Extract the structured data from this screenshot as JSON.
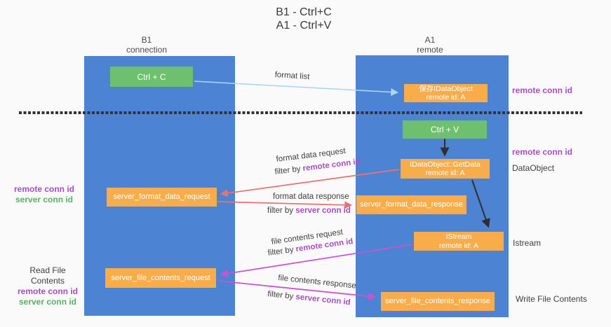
{
  "colors": {
    "lane": "#4c83d3",
    "green_box": "#6ec06f",
    "orange_box": "#f8ad4a",
    "salmon_arrow": "#e8736f",
    "magenta_arrow": "#cc52ce",
    "light_blue_arrow": "#aad6f5",
    "black_arrow": "#2f2f2f",
    "purple_text": "#a64dc4",
    "green_text": "#57b25e"
  },
  "title": {
    "line1": "B1 - Ctrl+C",
    "line2": "A1 - Ctrl+V"
  },
  "lanes": {
    "left": {
      "line1": "B1",
      "line2": "connection"
    },
    "right": {
      "line1": "A1",
      "line2": "remote"
    }
  },
  "nodes": {
    "ctrl_c": "Ctrl + C",
    "ctrl_v": "Ctrl + V",
    "save_dataobject": {
      "line1": "保存IDataObject",
      "line2": "remote id: A"
    },
    "getdata": {
      "line1": "IDataObject::GetData",
      "line2": "remote id: A"
    },
    "istream_box": {
      "line1": "IStream",
      "line2": "remote id: A"
    },
    "server_format_data_request": "server_format_data_request",
    "server_format_data_response": "server_format_data_response",
    "server_file_contents_request": "server_file_contents_request",
    "server_file_contents_response": "server_file_contents_response"
  },
  "edges": {
    "format_list": "format list",
    "format_data_request": "format data request",
    "format_data_response": "format data response",
    "file_contents_request": "file contents request",
    "file_contents_response": "file contents response",
    "filter_by": "filter by ",
    "remote_conn_id": "remote conn id",
    "server_conn_id": "server conn id"
  },
  "side_labels": {
    "remote_conn_id": "remote conn id",
    "server_conn_id": "server conn id",
    "dataobject": "DataObject",
    "istream": "Istream",
    "read_file_contents": "Read File Contents",
    "write_file_contents": "Write File Contents"
  }
}
